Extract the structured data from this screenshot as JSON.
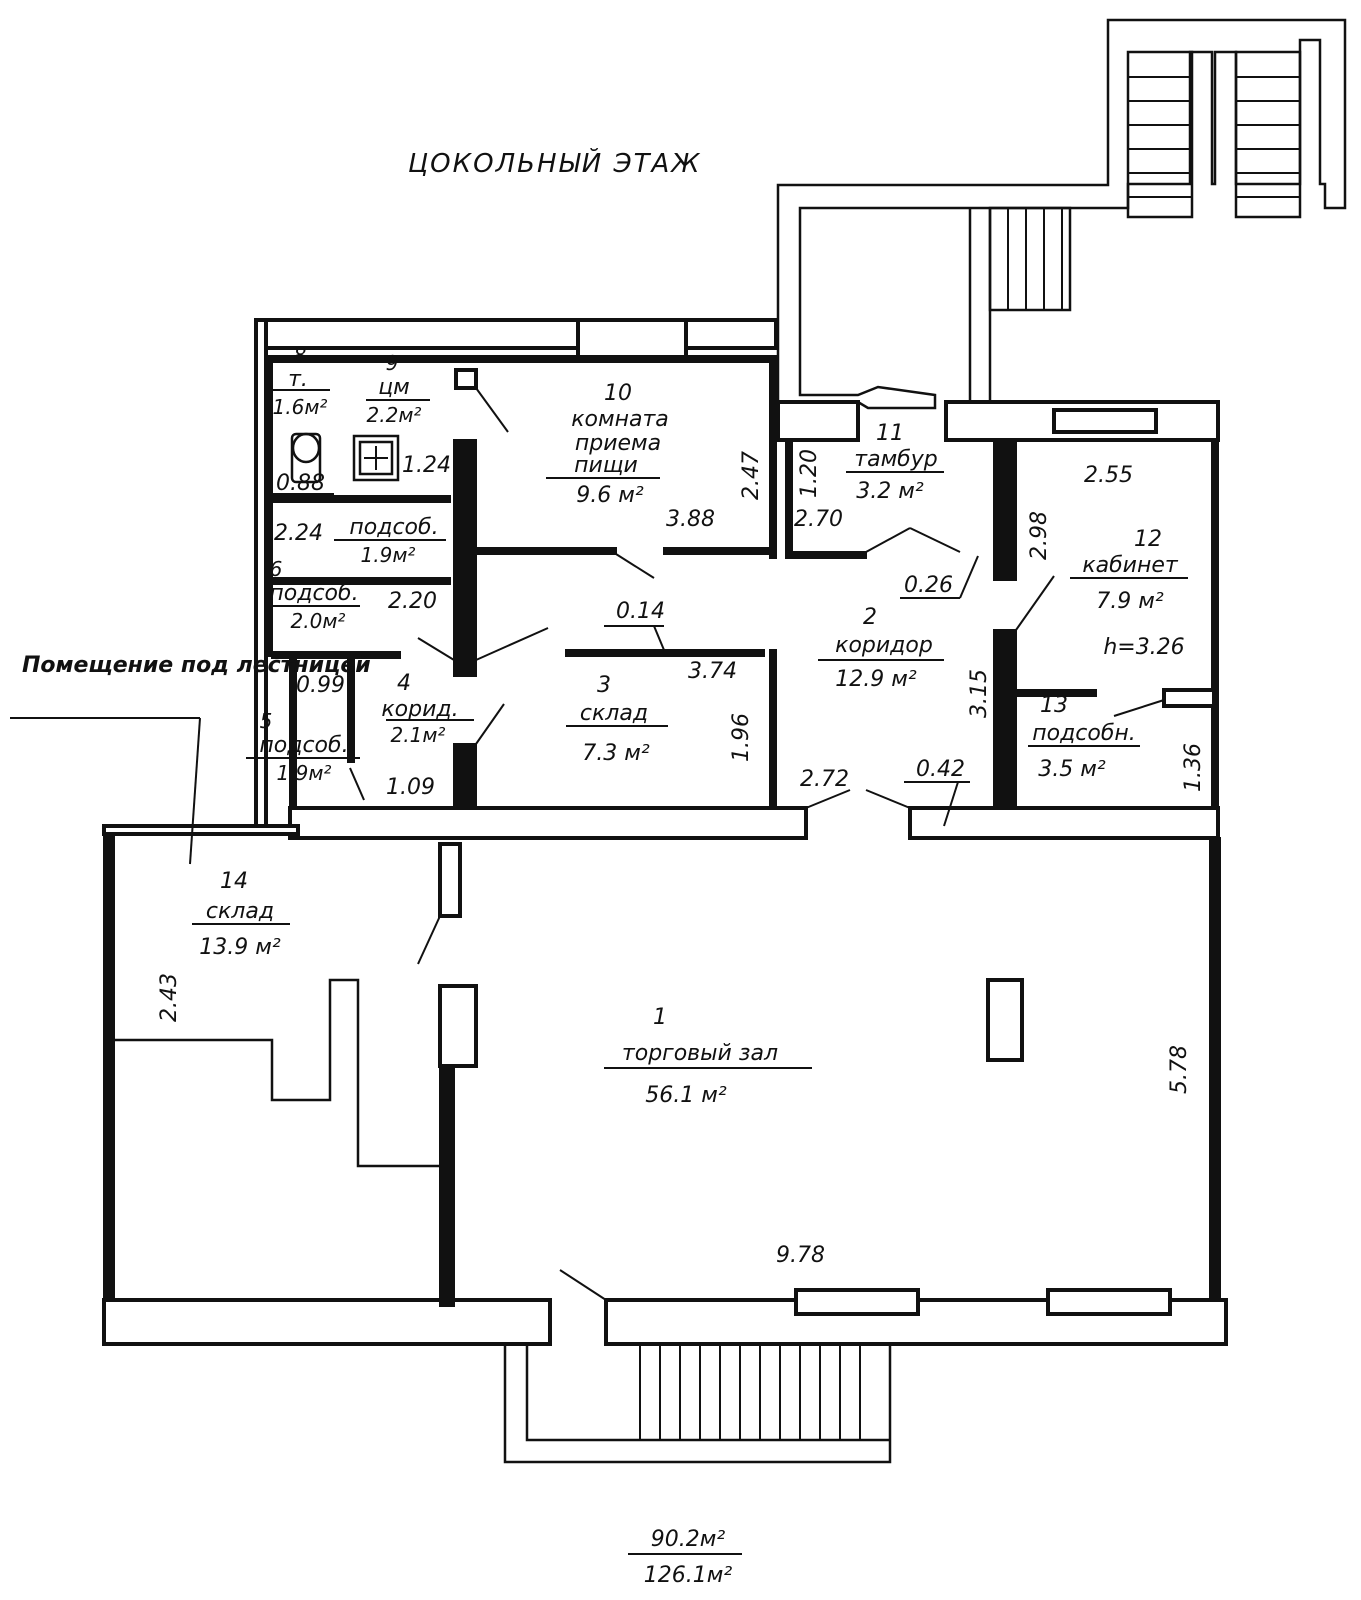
{
  "title": "ЦОКОЛЬНЫЙ ЭТАЖ",
  "note": "Помещение под лестницей",
  "totals": {
    "top": "90.2м²",
    "bottom": "126.1м²"
  },
  "rooms": {
    "r1": {
      "num": "1",
      "name": "торговый зал",
      "area": "56.1 м²"
    },
    "r2": {
      "num": "2",
      "name": "коридор",
      "area": "12.9 м²"
    },
    "r3": {
      "num": "3",
      "name": "склад",
      "area": "7.3 м²"
    },
    "r4": {
      "num": "4",
      "name": "корид.",
      "area": "2.1м²"
    },
    "r5": {
      "num": "5",
      "name": "подсоб.",
      "area": "1.9м²"
    },
    "r6": {
      "num": "6",
      "name": "подсоб.",
      "area": "2.0м²"
    },
    "r7": {
      "name": "подсоб.",
      "area": "1.9м²"
    },
    "r8": {
      "num": "8",
      "name": "т.",
      "area": "1.6м²"
    },
    "r9": {
      "num": "9",
      "name": "цм",
      "area": "2.2м²"
    },
    "r10": {
      "num": "10",
      "name1": "комната",
      "name2": "приема",
      "name3": "пищи",
      "area": "9.6 м²"
    },
    "r11": {
      "num": "11",
      "name": "тамбур",
      "area": "3.2 м²"
    },
    "r12": {
      "num": "12",
      "name": "кабинет",
      "area": "7.9 м²",
      "height": "h=3.26"
    },
    "r13": {
      "num": "13",
      "name": "подсобн.",
      "area": "3.5 м²"
    },
    "r14": {
      "num": "14",
      "name": "склад",
      "area": "13.9 м²"
    }
  },
  "dims": {
    "d_088": "0.88",
    "d_124": "1.24",
    "d_224": "2.24",
    "d_220": "2.20",
    "d_247": "2.47",
    "d_388": "3.88",
    "d_120": "1.20",
    "d_270": "2.70",
    "d_026": "0.26",
    "d_298": "2.98",
    "d_255": "2.55",
    "d_014": "0.14",
    "d_374": "3.74",
    "d_196": "1.96",
    "d_099": "0.99",
    "d_109": "1.09",
    "d_272": "2.72",
    "d_042": "0.42",
    "d_315": "3.15",
    "d_136": "1.36",
    "d_243": "2.43",
    "d_578": "5.78",
    "d_978": "9.78"
  }
}
